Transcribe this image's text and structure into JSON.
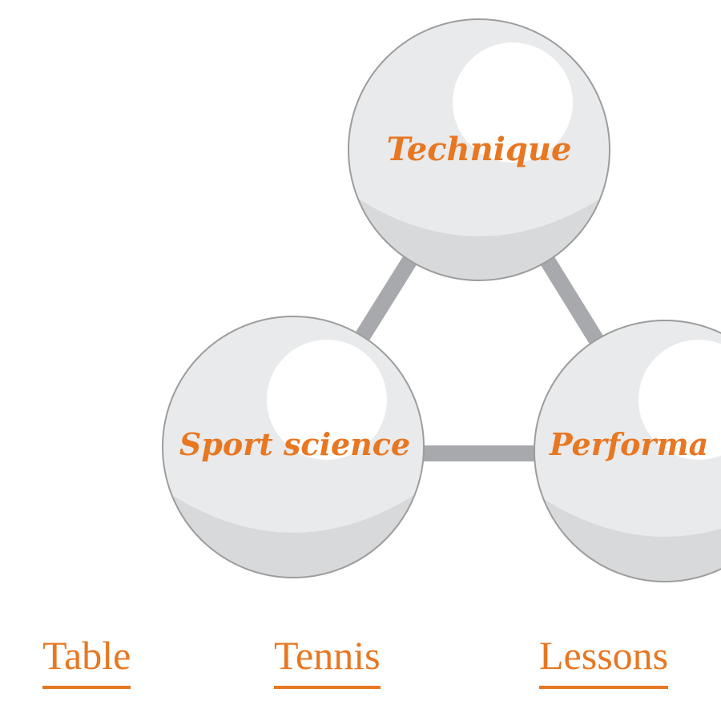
{
  "diagram": {
    "nodes": [
      {
        "id": "technique",
        "label": "Technique"
      },
      {
        "id": "sport-science",
        "label": "Sport science"
      },
      {
        "id": "performance",
        "label": "Performa"
      }
    ],
    "edges": [
      {
        "from": "technique",
        "to": "sport-science"
      },
      {
        "from": "technique",
        "to": "performance"
      },
      {
        "from": "sport-science",
        "to": "performance"
      }
    ]
  },
  "footer": {
    "links": [
      "Table",
      "Tennis",
      "Lessons"
    ]
  },
  "colors": {
    "accent": "#e87722",
    "ball_fill": "#e9eaeb",
    "ball_shade": "#d8d9da",
    "ball_outline": "#9d9d9d",
    "connector": "#a7a9ac",
    "highlight": "#ffffff"
  }
}
